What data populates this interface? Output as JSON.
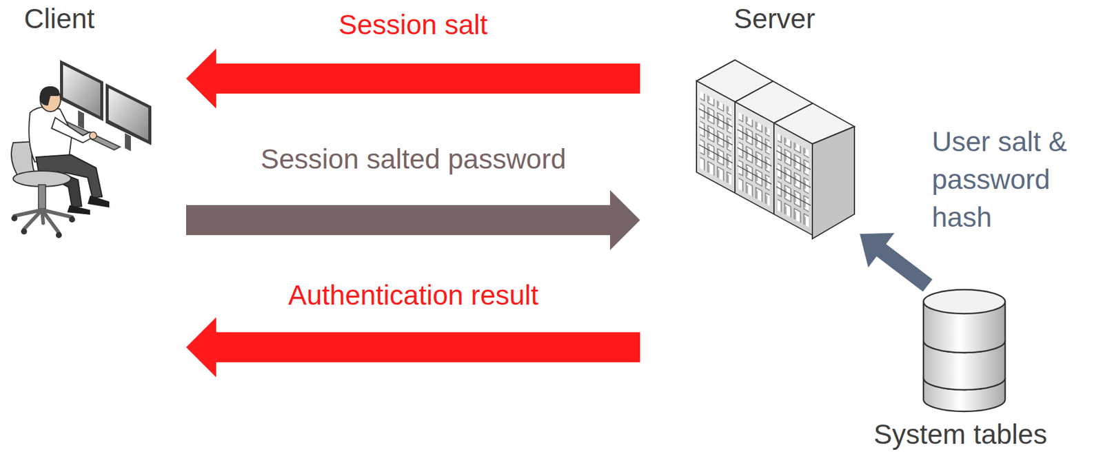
{
  "diagram": {
    "nodes": [
      {
        "text": [
          "Client"
        ]
      },
      {
        "text": [
          "Server"
        ]
      },
      {
        "text": [
          "System tables"
        ]
      }
    ],
    "edges": [
      {
        "from": 1,
        "to": 0,
        "arrow": "to",
        "label": "Session salt"
      },
      {
        "from": 0,
        "to": 1,
        "arrow": "to",
        "label": "Session salted password"
      },
      {
        "from": 1,
        "to": 0,
        "arrow": "to",
        "label": "Authentication result"
      },
      {
        "from": 2,
        "to": 1,
        "arrow": "to",
        "label": "User salt & password hash"
      }
    ]
  }
}
